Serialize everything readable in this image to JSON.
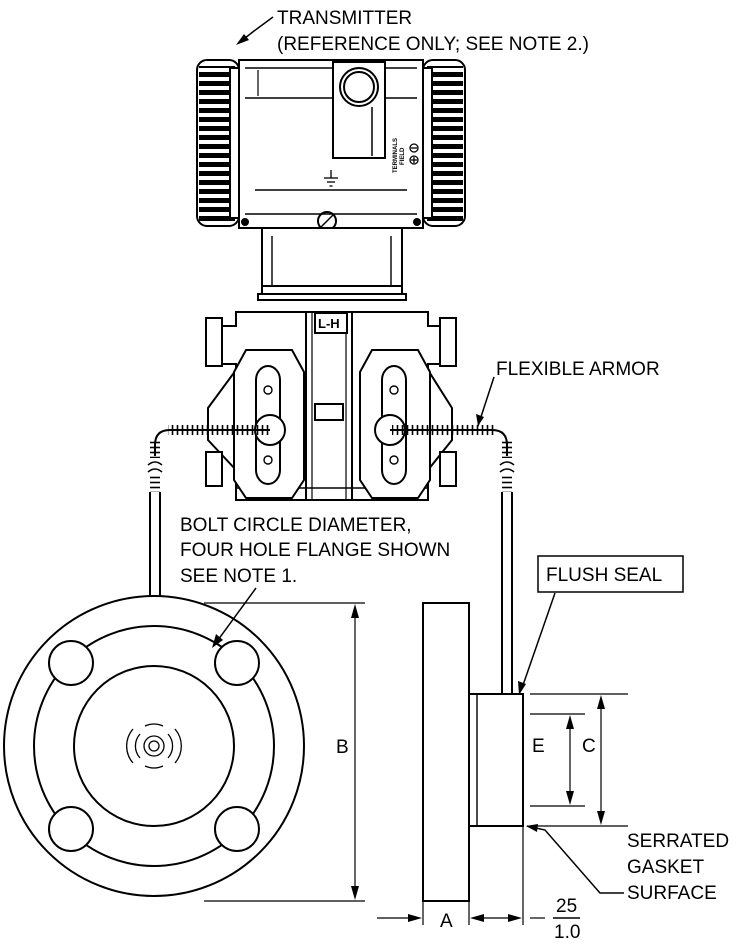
{
  "labels": {
    "transmitter_line1": "TRANSMITTER",
    "transmitter_line2": "(REFERENCE ONLY; SEE  NOTE 2.)",
    "field_terminals_1": "FIELD",
    "field_terminals_2": "TERMINALS",
    "lh": "L-H",
    "flexible_armor": "FLEXIBLE ARMOR",
    "bolt_line1": "BOLT CIRCLE DIAMETER,",
    "bolt_line2": "FOUR HOLE FLANGE SHOWN",
    "bolt_line3": "SEE NOTE 1.",
    "flush_seal": "FLUSH SEAL",
    "serrated_line1": "SERRATED",
    "serrated_line2": "GASKET",
    "serrated_line3": "SURFACE"
  },
  "dimensions": {
    "a": "A",
    "b": "B",
    "c": "C",
    "e": "E",
    "fraction_top": "25",
    "fraction_bottom": "1.0"
  }
}
